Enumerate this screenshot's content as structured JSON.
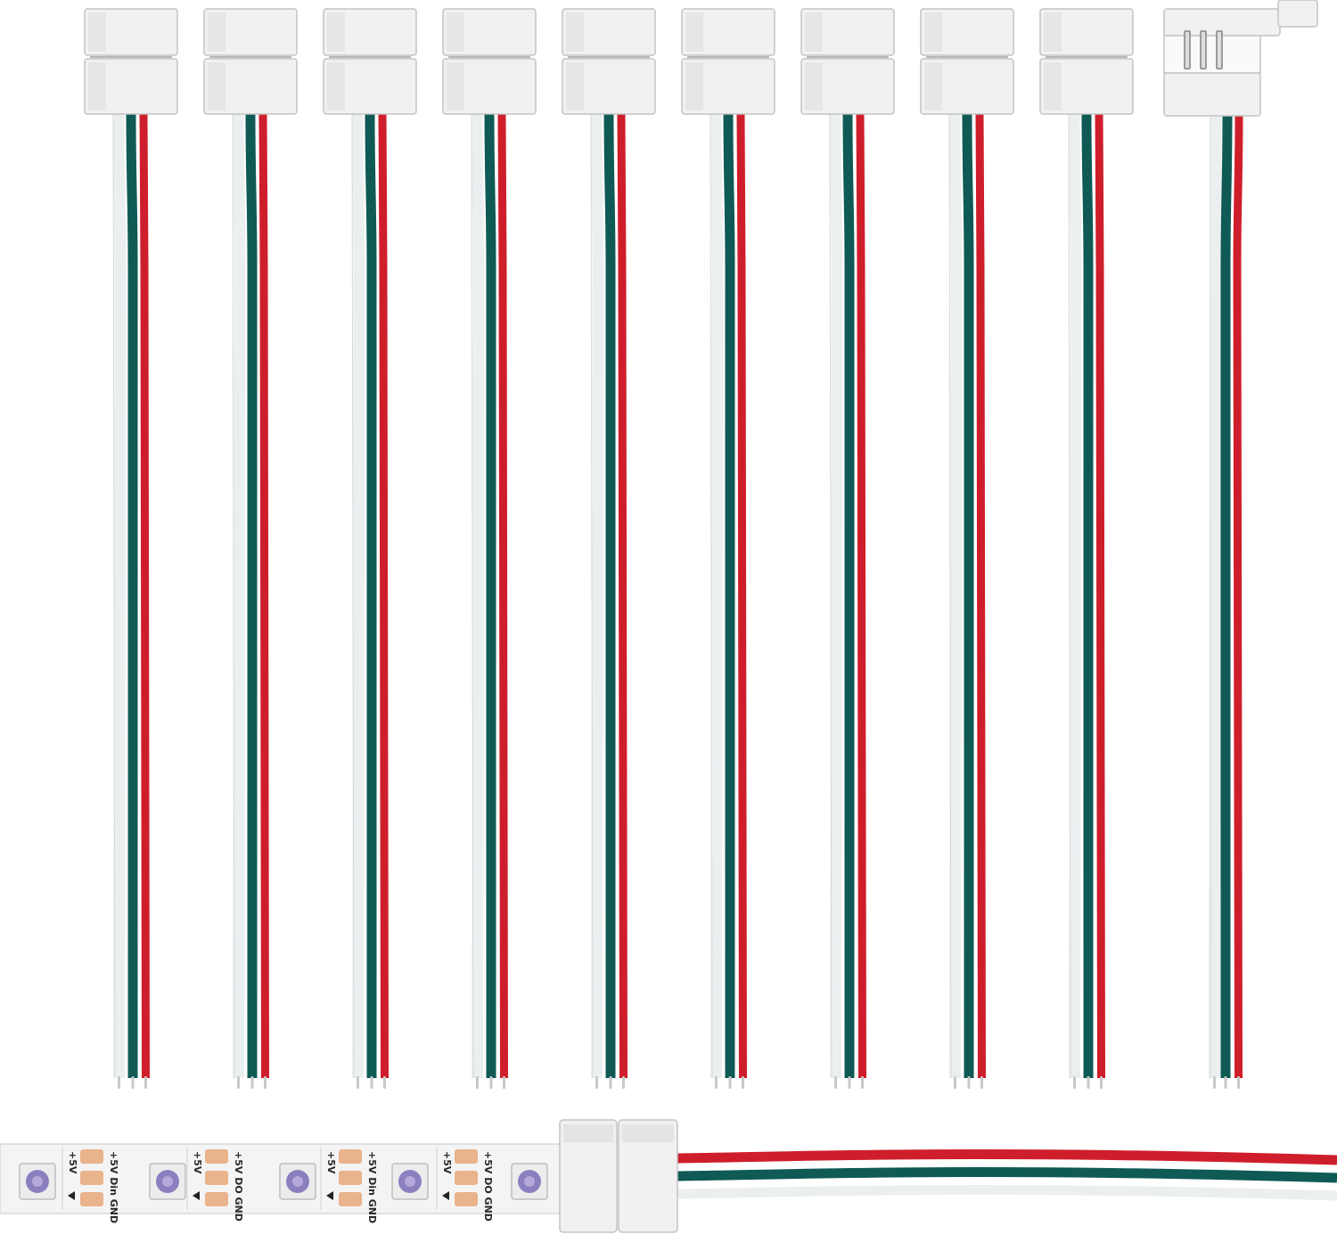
{
  "photo": {
    "connector_count": 10,
    "wire_colors": {
      "white": "#eceff0",
      "green": "#0f5a55",
      "red": "#cf1e2b",
      "pin": "#c9c9c9",
      "housing": "#f1f1f1",
      "housing_edge": "#c4c4c4"
    },
    "led_strip": {
      "pad_labels": [
        "+5V",
        "Din",
        "GND",
        "+5V",
        "DO",
        "GND"
      ],
      "pcb_color": "#f4f4f4",
      "led_color": "#8c7fc0",
      "pad_color": "#e9b38c",
      "led_count": 5
    }
  }
}
